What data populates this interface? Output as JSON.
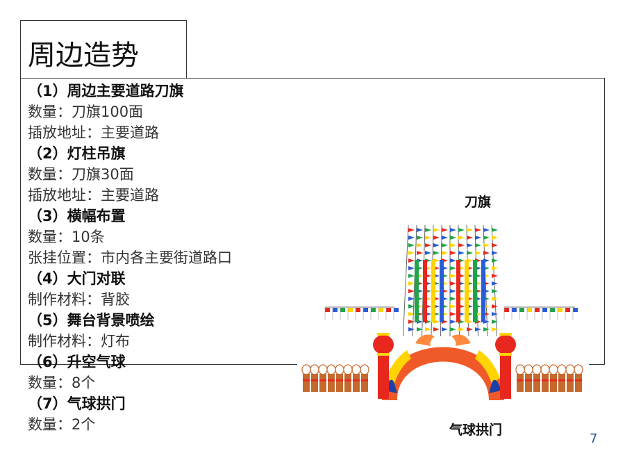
{
  "slide": {
    "title": "周边造势",
    "page_number": "7",
    "items": [
      {
        "kind": "heading",
        "text": "（1）周边主要道路刀旗"
      },
      {
        "kind": "detail",
        "text": "数量：刀旗100面"
      },
      {
        "kind": "detail",
        "text": "插放地址：主要道路"
      },
      {
        "kind": "heading",
        "text": "（2）灯柱吊旗"
      },
      {
        "kind": "detail",
        "text": "数量：刀旗30面"
      },
      {
        "kind": "detail",
        "text": "插放地址：主要道路"
      },
      {
        "kind": "heading",
        "text": "（3）横幅布置"
      },
      {
        "kind": "detail",
        "text": "数量：10条"
      },
      {
        "kind": "detail",
        "text": "张挂位置：市内各主要街道路口"
      },
      {
        "kind": "heading",
        "text": "（4）大门对联"
      },
      {
        "kind": "detail",
        "text": "制作材料：背胶"
      },
      {
        "kind": "heading",
        "text": "（5）舞台背景喷绘"
      },
      {
        "kind": "detail",
        "text": "制作材料：灯布"
      },
      {
        "kind": "heading",
        "text": "（6）升空气球"
      },
      {
        "kind": "detail",
        "text": "数量：8个"
      },
      {
        "kind": "heading",
        "text": "（7）气球拱门"
      },
      {
        "kind": "detail",
        "text": "数量：2个"
      }
    ],
    "illustration": {
      "caption_top": "刀旗",
      "caption_bottom": "气球拱门",
      "colors": {
        "arch_orange": "#f05a28",
        "arch_inner": "#ff8a3d",
        "stripe_yellow": "#ffd400",
        "stripe_blue": "#1f3fa8",
        "lantern_red": "#e8281e",
        "flag_red": "#e8281e",
        "flag_blue": "#2b5bd7",
        "flag_green": "#22a34a",
        "flag_yellow": "#ffd400",
        "basket_brown": "#c56a2e"
      }
    }
  }
}
